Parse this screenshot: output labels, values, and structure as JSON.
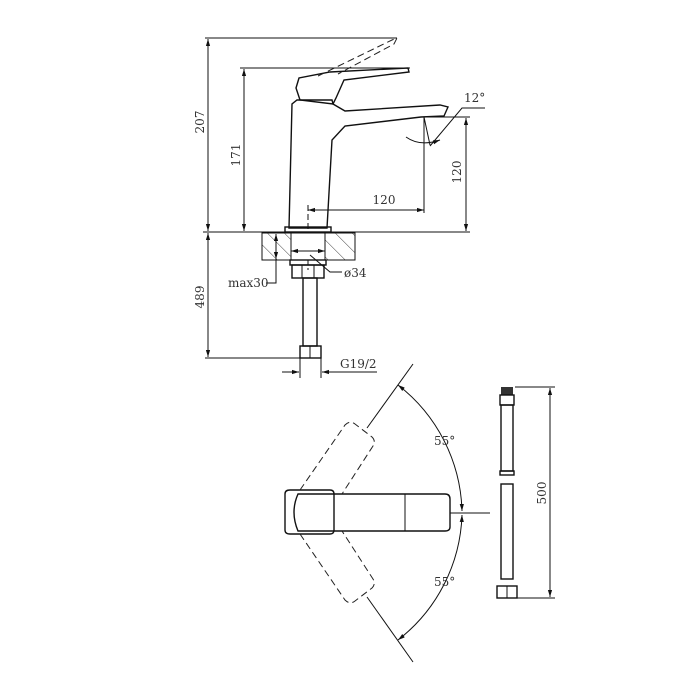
{
  "side_view": {
    "dim_total_height": "207",
    "dim_handle_height": "171",
    "dim_spout_height": "120",
    "dim_spout_reach": "120",
    "dim_spout_angle": "12°",
    "dim_max_counter": "max30",
    "dim_hole_diameter": "ø34",
    "dim_hose_length": "489",
    "dim_thread": "G19/2"
  },
  "top_view": {
    "dim_angle_upper": "55°",
    "dim_angle_lower": "55°"
  },
  "hose_view": {
    "dim_length": "500"
  }
}
